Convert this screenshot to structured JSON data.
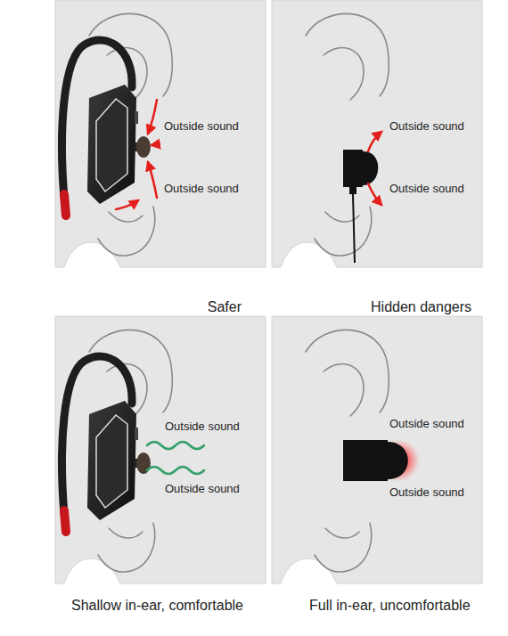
{
  "diagram": {
    "labels": [
      "Outside sound",
      "Outside sound",
      "Outside sound",
      "Outside sound",
      "Safer",
      "Hidden dangers",
      "Outside sound",
      "Outside sound",
      "Outside sound",
      "Outside sound",
      "Shallow in-ear, comfortable",
      "Full in-ear, uncomfortable"
    ]
  }
}
